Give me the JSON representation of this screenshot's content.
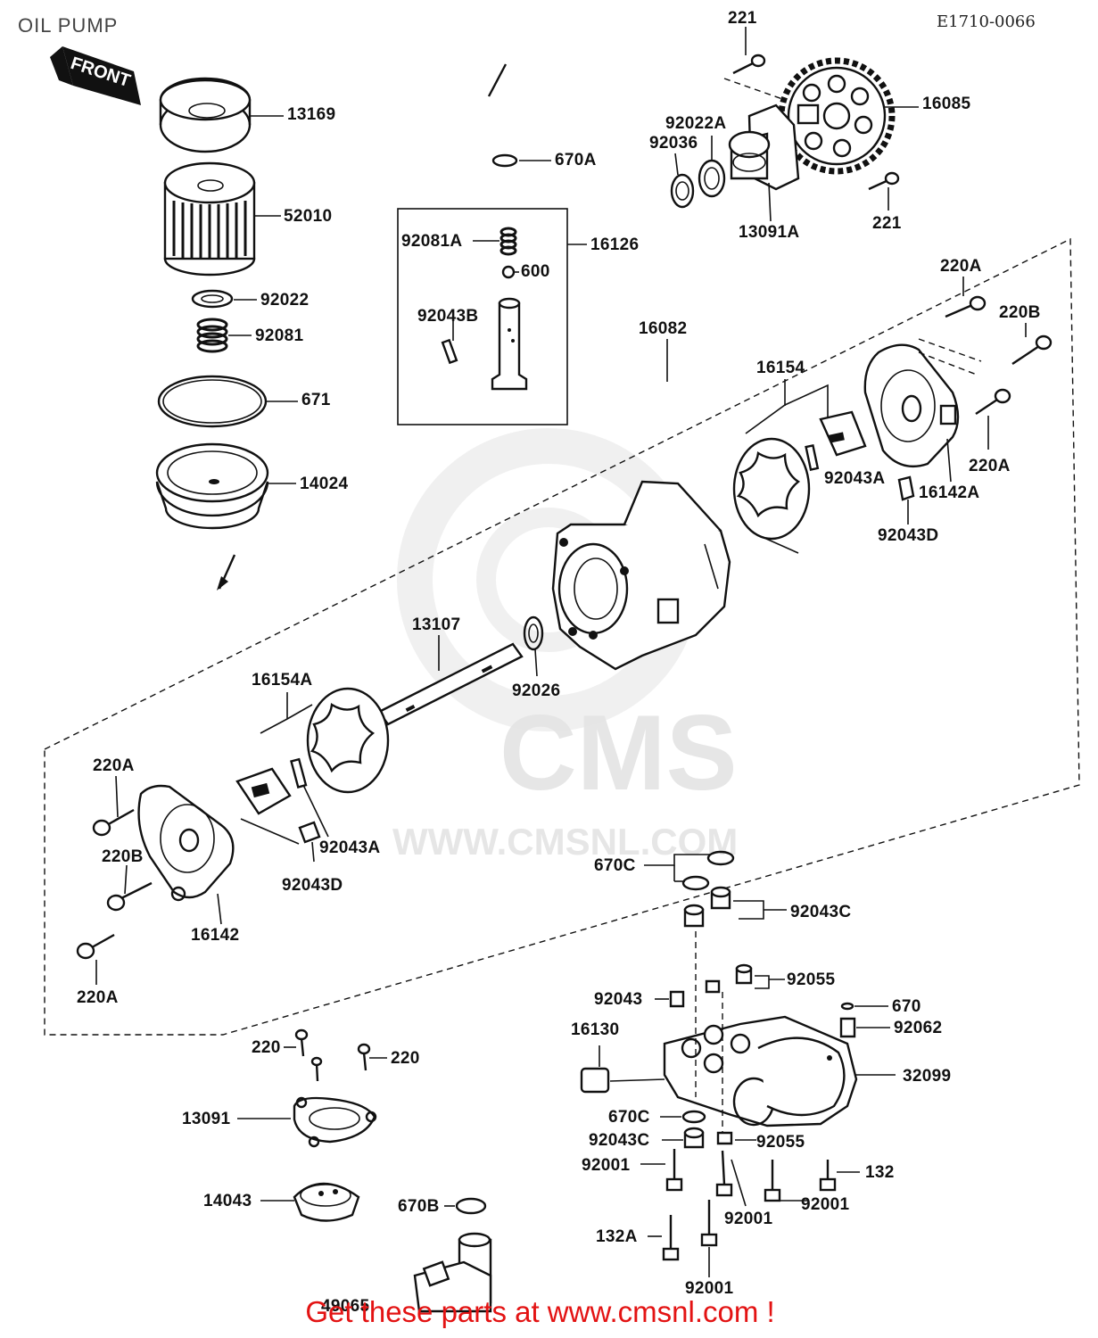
{
  "page": {
    "title": "OIL PUMP",
    "diagram_code": "E1710-0066",
    "front_label": "FRONT",
    "footer": "Get these parts at www.cmsnl.com !"
  },
  "watermark": {
    "brand": "CMS",
    "url": "WWW.CMSNL.COM"
  },
  "parts": {
    "p221a": "221",
    "p221b": "221",
    "p16085": "16085",
    "p92022A": "92022A",
    "p92036": "92036",
    "p13091A": "13091A",
    "p670A": "670A",
    "p13169": "13169",
    "p52010": "52010",
    "p92022": "92022",
    "p92081": "92081",
    "p671": "671",
    "p14024": "14024",
    "p92081A": "92081A",
    "p16126": "16126",
    "p600": "600",
    "p92043B": "92043B",
    "p16082": "16082",
    "p220A_1": "220A",
    "p220B_1": "220B",
    "p16154": "16154",
    "p220A_2": "220A",
    "p92043A_1": "92043A",
    "p16142A": "16142A",
    "p92043D_1": "92043D",
    "p13107": "13107",
    "p92026": "92026",
    "p16154A": "16154A",
    "p220A_3": "220A",
    "p220B_2": "220B",
    "p92043A_2": "92043A",
    "p92043D_2": "92043D",
    "p16142": "16142",
    "p220A_4": "220A",
    "p670C_1": "670C",
    "p92043C_1": "92043C",
    "p92055_1": "92055",
    "p92043": "92043",
    "p670": "670",
    "p16130": "16130",
    "p92062": "92062",
    "p32099": "32099",
    "p670C_2": "670C",
    "p92043C_2": "92043C",
    "p92055_2": "92055",
    "p92001_1": "92001",
    "p132": "132",
    "p92001_2": "92001",
    "p92001_3": "92001",
    "p132A": "132A",
    "p92001_4": "92001",
    "p220_1": "220",
    "p220_2": "220",
    "p13091": "13091",
    "p14043": "14043",
    "p670B": "670B",
    "p49065": "49065"
  }
}
